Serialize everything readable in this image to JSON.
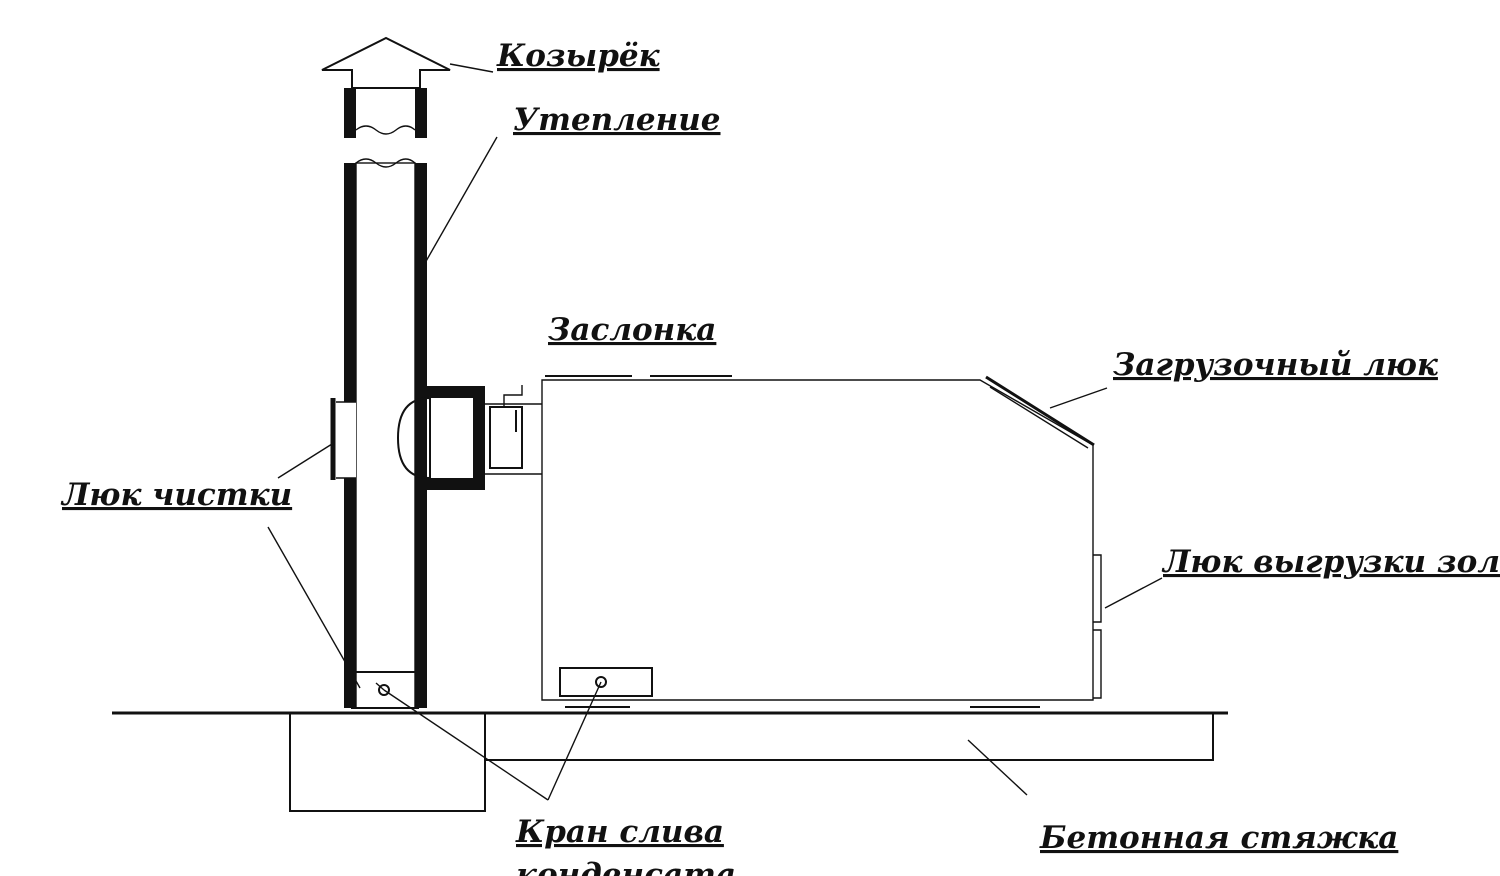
{
  "labels": {
    "cap": "Козырёк",
    "insulation": "Утепление",
    "damper": "Заслонка",
    "loading_hatch": "Загрузочный люк",
    "cleaning_hatch": "Люк чистки",
    "ash_hatch": "Люк выгрузки золы",
    "drain_valve_line1": "Кран слива",
    "drain_valve_line2": "конденсата",
    "concrete_screed": "Бетонная стяжка"
  }
}
